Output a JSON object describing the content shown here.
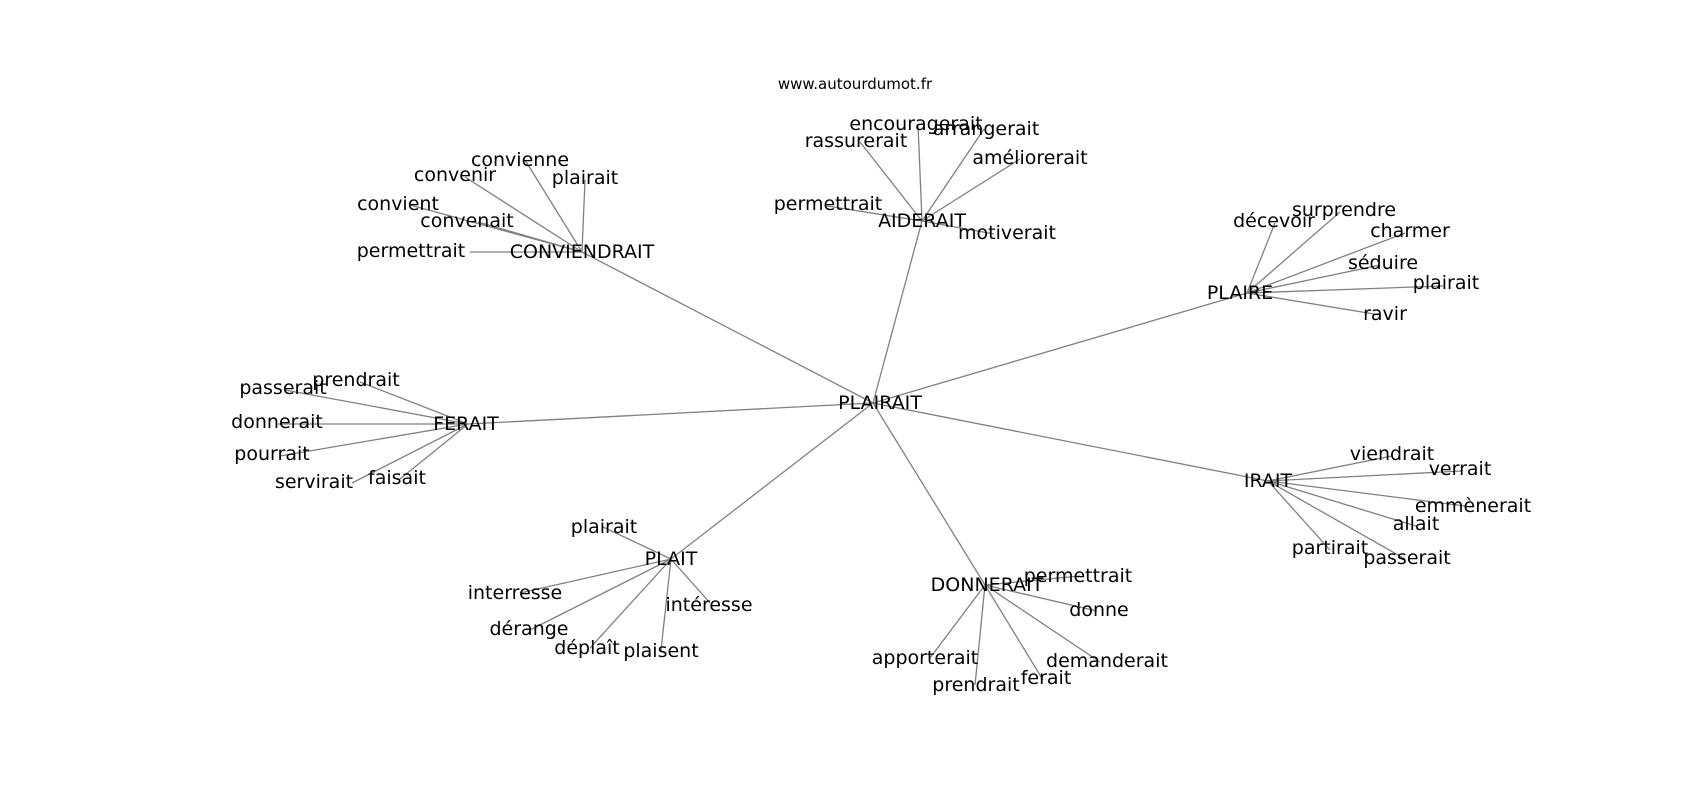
{
  "source": "www.autourdumot.fr",
  "colors": {
    "edge": "#808080",
    "text": "#000000",
    "background": "#ffffff"
  },
  "center": "PLAIRAIT",
  "hubs": [
    {
      "label": "CONVIENDRAIT",
      "leaves": [
        "convienne",
        "convenir",
        "plairait",
        "convient",
        "convenait",
        "permettrait"
      ]
    },
    {
      "label": "AIDERAIT",
      "leaves": [
        "encouragerait",
        "arrangerait",
        "rassurerait",
        "améliorerait",
        "permettrait",
        "motiverait"
      ]
    },
    {
      "label": "PLAIRE",
      "leaves": [
        "surprendre",
        "décevoir",
        "charmer",
        "séduire",
        "plairait",
        "ravir"
      ]
    },
    {
      "label": "FERAIT",
      "leaves": [
        "prendrait",
        "passerait",
        "donnerait",
        "pourrait",
        "servirait",
        "faisait"
      ]
    },
    {
      "label": "IRAIT",
      "leaves": [
        "viendrait",
        "verrait",
        "emmènerait",
        "allait",
        "partirait",
        "passerait"
      ]
    },
    {
      "label": "PLAIT",
      "leaves": [
        "plairait",
        "interresse",
        "intéresse",
        "dérange",
        "déplaît",
        "plaisent"
      ]
    },
    {
      "label": "DONNERAIT",
      "leaves": [
        "permettrait",
        "donne",
        "apporterait",
        "demanderait",
        "prendrait",
        "ferait"
      ]
    }
  ]
}
